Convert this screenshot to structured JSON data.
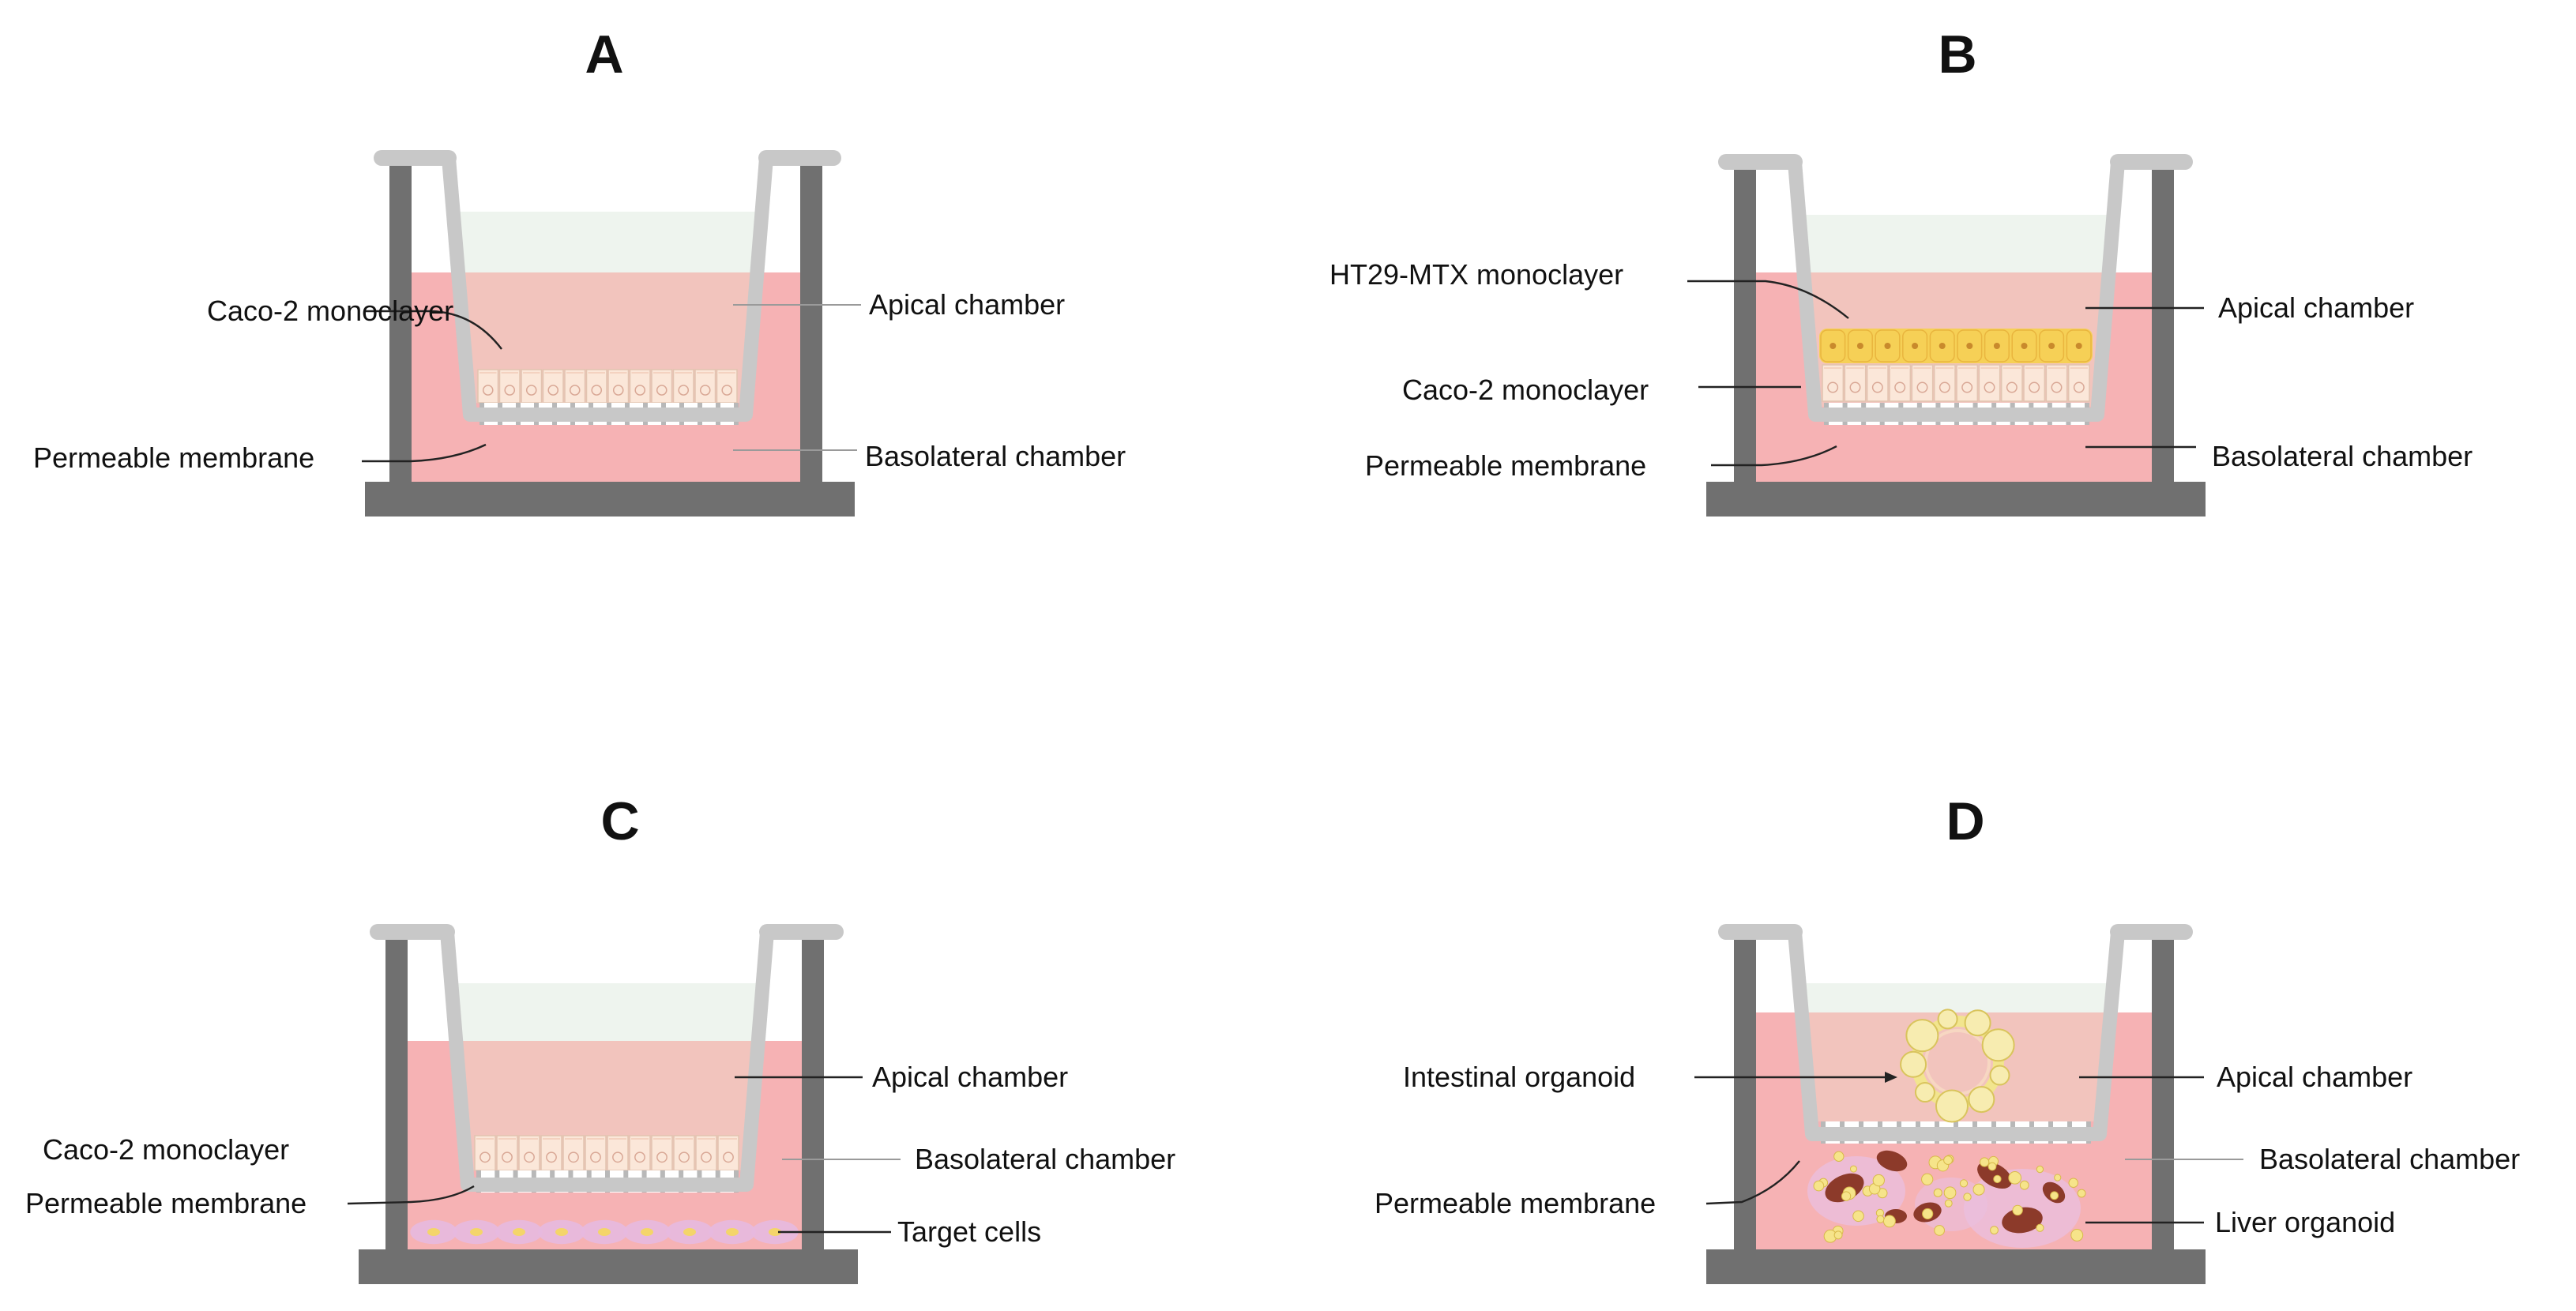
{
  "panels": {
    "A": {
      "letter": "A",
      "caco2": "Caco-2 monoclayer",
      "permeable": "Permeable membrane",
      "apical": "Apical chamber",
      "basolateral": "Basolateral chamber"
    },
    "B": {
      "letter": "B",
      "ht29": "HT29-MTX monoclayer",
      "caco2": "Caco-2 monoclayer",
      "permeable": "Permeable membrane",
      "apical": "Apical chamber",
      "basolateral": "Basolateral chamber"
    },
    "C": {
      "letter": "C",
      "caco2": "Caco-2 monoclayer",
      "permeable": "Permeable membrane",
      "apical": "Apical chamber",
      "basolateral": "Basolateral chamber",
      "target": "Target cells"
    },
    "D": {
      "letter": "D",
      "intestinal": "Intestinal organoid",
      "permeable": "Permeable membrane",
      "apical": "Apical chamber",
      "basolateral": "Basolateral chamber",
      "liver": "Liver organoid"
    }
  },
  "colors": {
    "wall": "#707070",
    "insert": "#c8c8c8",
    "medium": "#f6b2b4",
    "apical_fluid": "#f2c4bd",
    "meniscus": "#eef4ee",
    "caco2_cell": "#fbe7d9",
    "ht29_cell": "#f6d056",
    "target_cell": "#e7b9df",
    "liver_tissue": "#8c3a2a",
    "organoid_ring": "#f2e58e"
  }
}
